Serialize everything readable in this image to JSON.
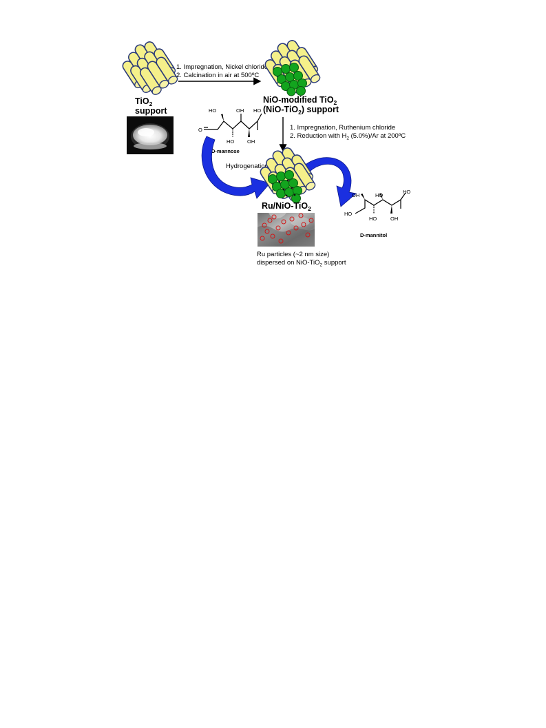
{
  "step1": {
    "line1": "1. Impregnation, Nickel chloride",
    "line2": "2. Calcination in air at 500ºC"
  },
  "tio2_support": {
    "line1_main": "TiO",
    "line1_sub": "2",
    "line2": "support"
  },
  "nio_support": {
    "line1_main": "NiO-modified TiO",
    "line1_sub": "2",
    "line2_pre": "(NiO-TiO",
    "line2_sub": "2",
    "line2_post": ") support"
  },
  "step2": {
    "line1": "1. Impregnation, Ruthenium chloride",
    "line2_pre": "2. Reduction with H",
    "line2_sub": "2",
    "line2_post": " (5.0%)/Ar at 200ºC"
  },
  "hydrogenation": "Hydrogenation",
  "catalyst": {
    "main": "Ru/NiO-TiO",
    "sub": "2"
  },
  "ru_particles": {
    "line1": "Ru particles (~2 nm size)",
    "line2_pre": "dispersed on NiO-TiO",
    "line2_sub": "2",
    "line2_post": " support"
  },
  "mannose": {
    "name": "D-mannose",
    "oh_groups": [
      "HO",
      "OH",
      "HO",
      "HO",
      "OH"
    ],
    "carbonyl": "O"
  },
  "mannitol": {
    "name": "D-mannitol",
    "oh_groups": [
      "HO",
      "OH",
      "HO",
      "HO",
      "HO",
      "OH"
    ]
  },
  "colors": {
    "rod_fill": "#f5f08a",
    "rod_stroke": "#2c3b7a",
    "nio_particle": "#13a41e",
    "arrow_blue": "#1a2fe0",
    "tem_marker": "#d01818"
  }
}
